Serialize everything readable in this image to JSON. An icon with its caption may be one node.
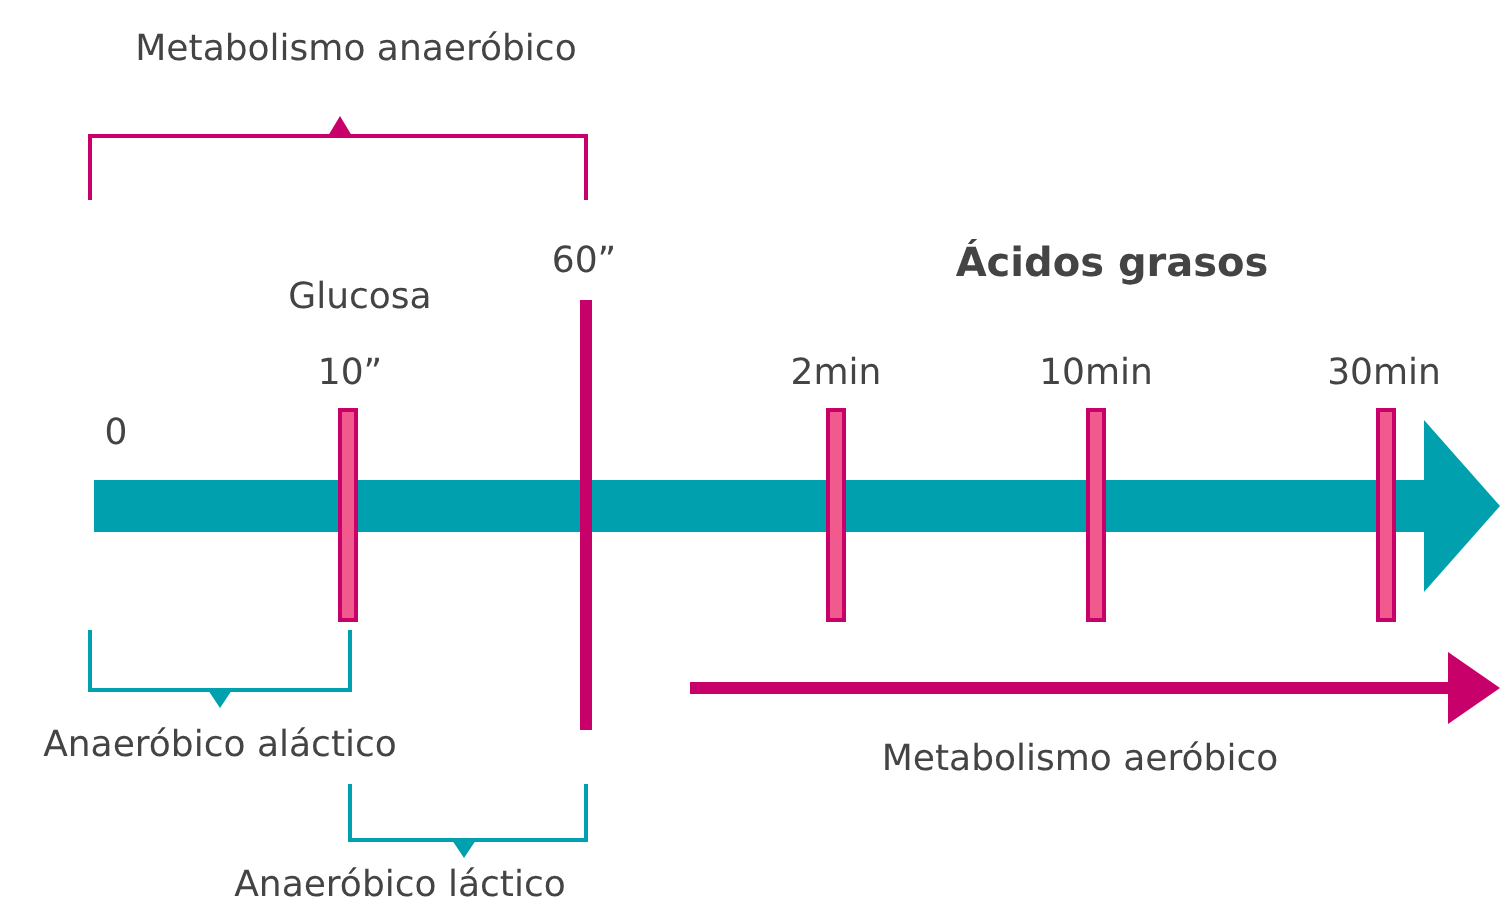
{
  "diagram": {
    "labels": [
      "Metabolismo anaeróbico",
      "60”",
      "Ácidos grasos",
      "Glucosa",
      "10”",
      "2min",
      "10min",
      "30min",
      "0",
      "Anaeróbico aláctico",
      "Metabolismo aeróbico",
      "Anaeróbico láctico"
    ]
  }
}
